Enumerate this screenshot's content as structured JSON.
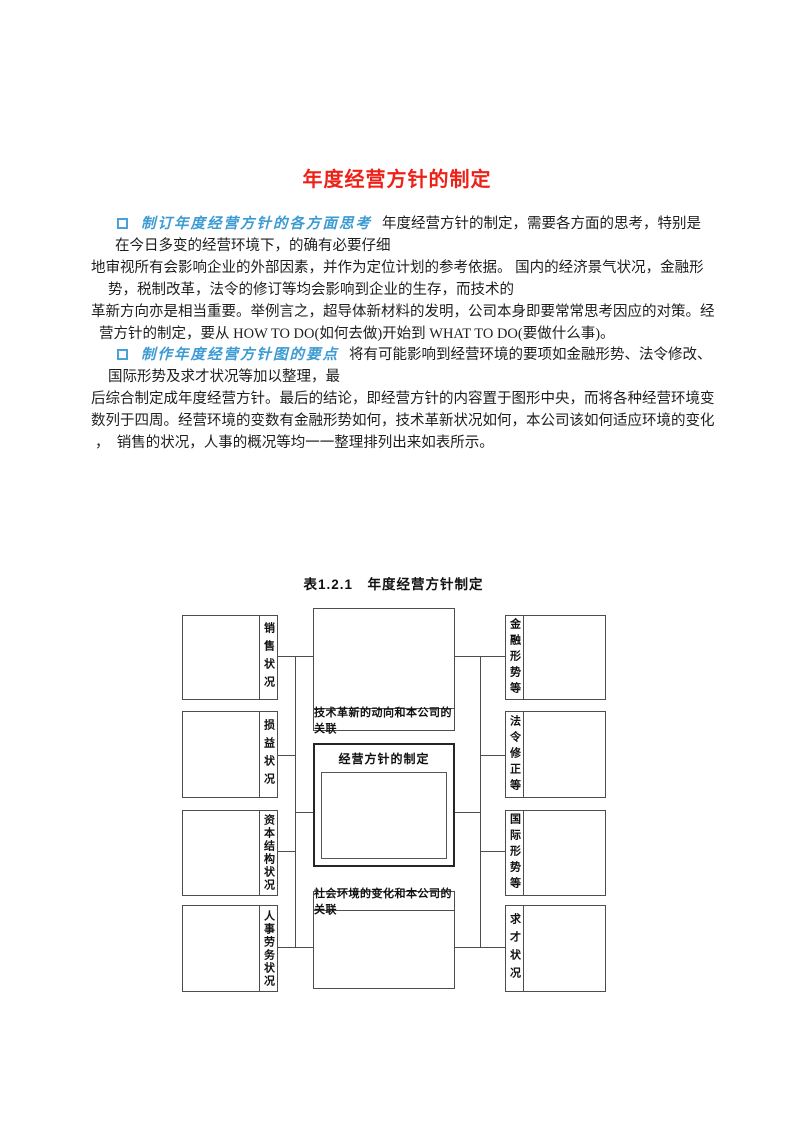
{
  "text": {
    "title": "年度经营方针的制定",
    "s1": {
      "heading": "制订年度经营方针的各方面思考",
      "first_line_rest": "年度经营方针的制定，需要各方面的思考，特别是",
      "lines": [
        "在今日多变的经营环境下，的确有必要仔细",
        "地审视所有会影响企业的外部因素，并作为定位计划的参考依据。 国内的经济景气状况，金融形",
        "势，税制改革，法令的修订等均会影响到企业的生存，而技术的",
        "革新方向亦是相当重要。举例言之，超导体新材料的发明，公司本身即要常常思考因应的对策。经",
        "营方针的制定，要从 HOW TO DO(如何去做)开始到 WHAT TO DO(要做什么事)。"
      ]
    },
    "s2": {
      "heading": "制作年度经营方针图的要点",
      "first_line_rest": "将有可能影响到经营环境的要项如金融形势、法令修改、",
      "lines": [
        "国际形势及求才状况等加以整理，最",
        "后综合制定成年度经营方针。最后的结论，即经营方针的内容置于图形中央，而将各种经营环境变",
        "数列于四周。经营环境的变数有金融形势如何，技术革新状况如何，本公司该如何适应环境的变化",
        "，　销售的状况，人事的概况等均一一整理排列出来如表所示。"
      ]
    }
  },
  "figure": {
    "caption": "表1.2.1　年度经营方针制定",
    "left_boxes": [
      "销售状况",
      "损益状况",
      "资本结构状况",
      "人事劳务状况"
    ],
    "center": {
      "top_label": "技术革新的动向和本公司的关联",
      "middle_title": "经营方针的制定",
      "bottom_label": "社会环境的变化和本公司的关联"
    },
    "right_boxes": [
      "金融形势等",
      "法令修正等",
      "国际形势等",
      "求才状况"
    ]
  },
  "colors": {
    "title_red": "#ee2118",
    "heading_blue": "#3d9bd3",
    "line_gray": "#4d4d4d"
  }
}
